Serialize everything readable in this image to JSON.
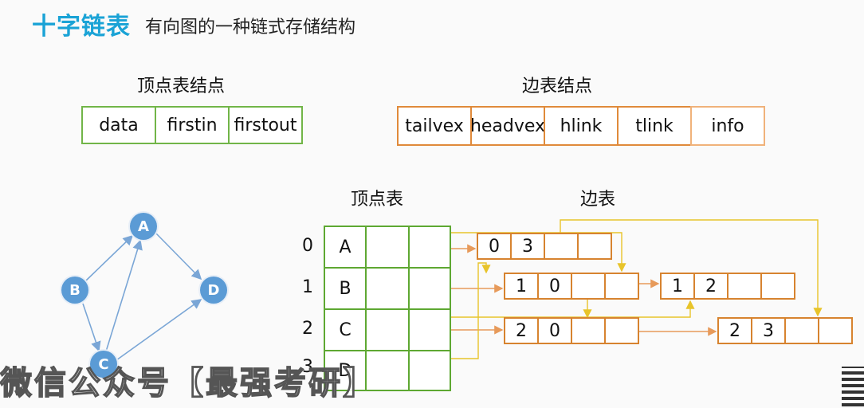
{
  "title": "十字链表",
  "subtitle": "有向图的一种链式存储结构",
  "vertex_node": {
    "heading": "顶点表结点",
    "fields": [
      "data",
      "firstin",
      "firstout"
    ]
  },
  "edge_node": {
    "heading": "边表结点",
    "fields": [
      "tailvex",
      "headvex",
      "hlink",
      "tlink",
      "info"
    ]
  },
  "vertex_table": {
    "heading": "顶点表",
    "indices": [
      "0",
      "1",
      "2",
      "3"
    ],
    "vertices": [
      "A",
      "B",
      "C",
      "D"
    ]
  },
  "edge_table": {
    "heading": "边表",
    "edges": [
      {
        "tail": "0",
        "head": "3"
      },
      {
        "tail": "1",
        "head": "0"
      },
      {
        "tail": "1",
        "head": "2"
      },
      {
        "tail": "2",
        "head": "0"
      },
      {
        "tail": "2",
        "head": "3"
      }
    ]
  },
  "graph": {
    "nodes": [
      "A",
      "B",
      "C",
      "D"
    ],
    "arcs": [
      [
        "A",
        "D"
      ],
      [
        "B",
        "A"
      ],
      [
        "B",
        "C"
      ],
      [
        "C",
        "A"
      ],
      [
        "C",
        "D"
      ]
    ]
  },
  "watermark": "微信公众号【最强考研】",
  "colors": {
    "title": "#1aa3d6",
    "vertex_border": "#71b548",
    "edge_border": "#e08a3a",
    "node_fill": "#5b9bd5",
    "arrow_orange": "#e79a5a",
    "arrow_yellow": "#e8c42a",
    "arrow_blue": "#7aa6d6"
  }
}
